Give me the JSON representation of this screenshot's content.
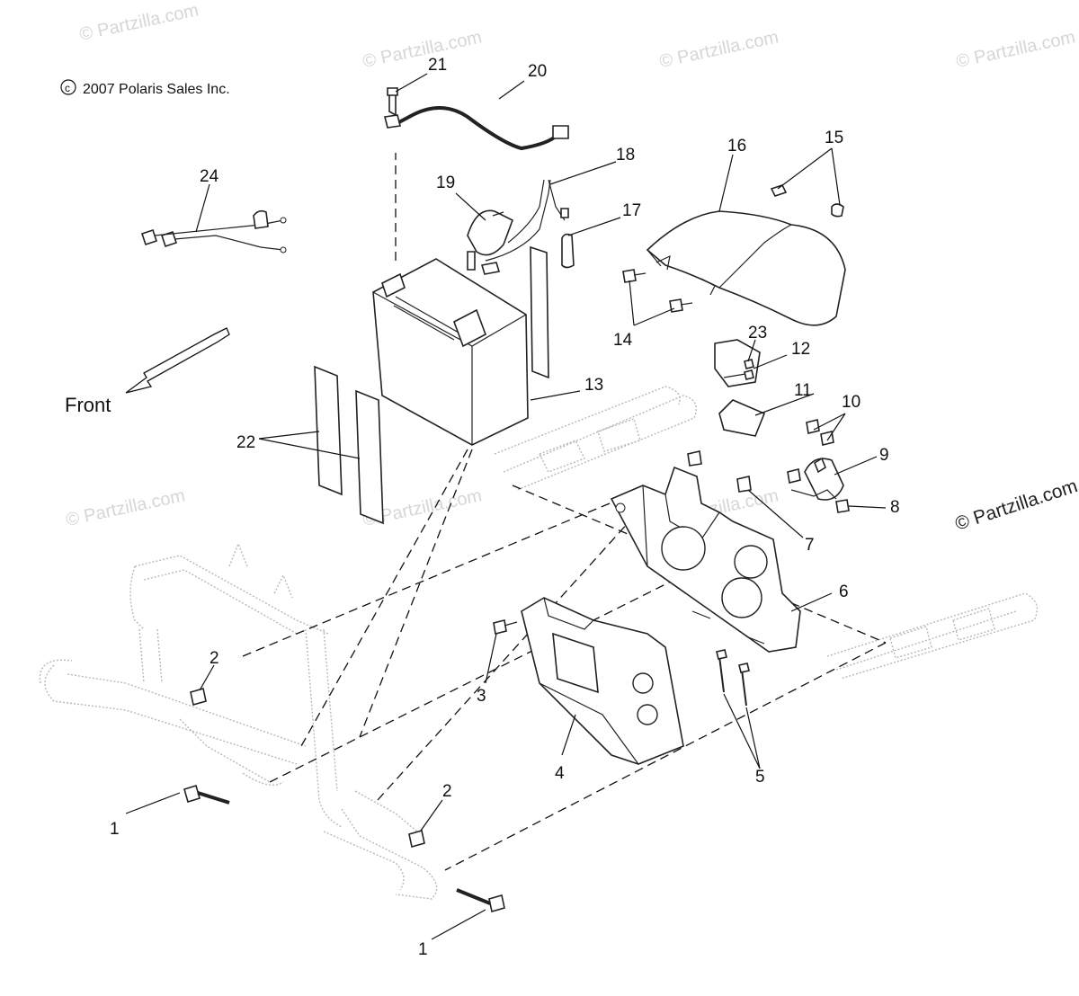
{
  "copyright": "2007 Polaris Sales Inc.",
  "copyright_symbol": "c",
  "direction_label": "Front",
  "watermarks": [
    "© Partzilla.com",
    "© Partzilla.com",
    "© Partzilla.com",
    "© Partzilla.com",
    "© Partzilla.com",
    "© Partzilla.com",
    "© Partzilla.com"
  ],
  "watermark_dark": "© Partzilla.com",
  "callouts": {
    "c1a": "1",
    "c1b": "1",
    "c2a": "2",
    "c2b": "2",
    "c3": "3",
    "c4": "4",
    "c5": "5",
    "c6": "6",
    "c7": "7",
    "c8": "8",
    "c9": "9",
    "c10": "10",
    "c11": "11",
    "c12": "12",
    "c13": "13",
    "c14": "14",
    "c15": "15",
    "c16": "16",
    "c17": "17",
    "c18": "18",
    "c19": "19",
    "c20": "20",
    "c21": "21",
    "c22": "22",
    "c23": "23",
    "c24": "24"
  },
  "colors": {
    "line": "#222222",
    "watermark": "#d6d6d6",
    "ghost": "#b8b8b8",
    "background": "#ffffff"
  }
}
